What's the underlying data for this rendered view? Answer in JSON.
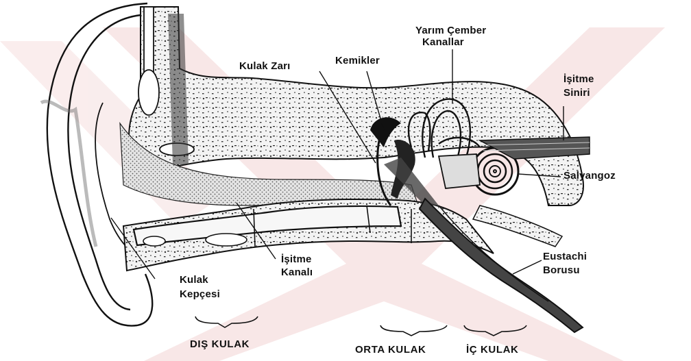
{
  "labels": {
    "kulak_zari": "Kulak Zarı",
    "kemikler": "Kemikler",
    "yarim_cember_1": "Yarım Çember",
    "yarim_cember_2": "Kanallar",
    "isitme_siniri_1": "İşitme",
    "isitme_siniri_2": "Siniri",
    "salyangoz": "Salyangoz",
    "isitme_kanali_1": "İşitme",
    "isitme_kanali_2": "Kanalı",
    "eustachi_1": "Eustachi",
    "eustachi_2": "Borusu",
    "kulak_kepcesi_1": "Kulak",
    "kulak_kepcesi_2": "Kepçesi"
  },
  "sections": {
    "dis_kulak": "DIŞ KULAK",
    "orta_kulak": "ORTA KULAK",
    "ic_kulak": "İÇ KULAK"
  },
  "colors": {
    "ink": "#111111",
    "watermark": "#f6dede",
    "bone_fill": "#f2f2f2"
  }
}
